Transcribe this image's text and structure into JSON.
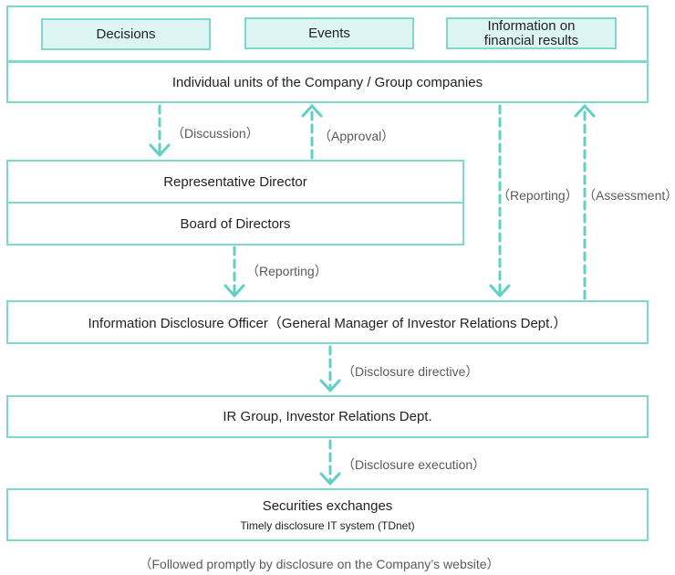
{
  "top": {
    "decisions": "Decisions",
    "events": "Events",
    "financial_line1": "Information on",
    "financial_line2": "financial results"
  },
  "units": "Individual units of the Company / Group companies",
  "board": {
    "representative": "Representative Director",
    "board_of_directors": "Board of Directors"
  },
  "officer": "Information Disclosure Officer（General Manager of Investor Relations Dept.）",
  "ir_group": "IR Group, Investor Relations Dept.",
  "exchanges": {
    "title": "Securities exchanges",
    "system": "Timely disclosure IT system (TDnet)"
  },
  "labels": {
    "discussion": "（Discussion）",
    "approval": "（Approval）",
    "reporting_right": "（Reporting）",
    "assessment": "（Assessment）",
    "reporting_board": "（Reporting）",
    "disclosure_directive": "（Disclosure directive）",
    "disclosure_execution": "（Disclosure execution）"
  },
  "footer": "（Followed promptly by disclosure on the Company’s website）",
  "colors": {
    "accent": "#7fd8cf",
    "pill_fill": "#dcf5f2",
    "arrow": "#5fd0c3"
  }
}
